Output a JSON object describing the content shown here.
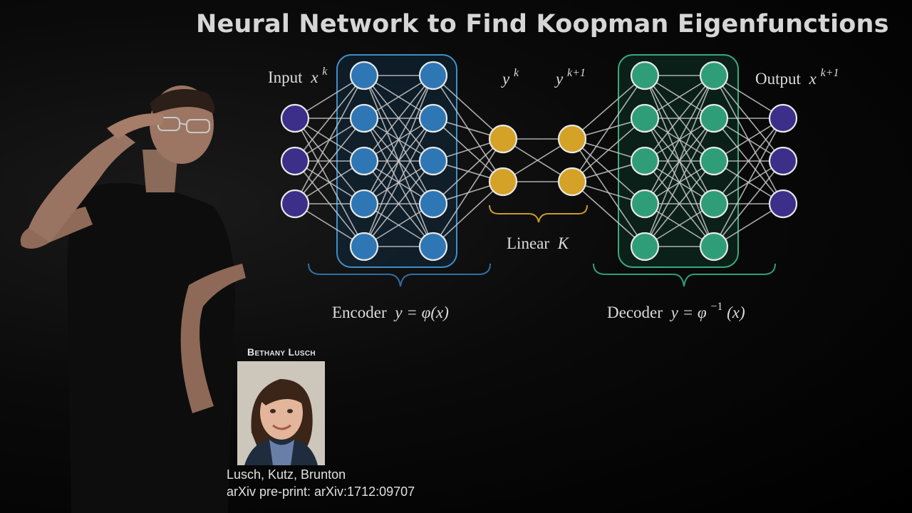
{
  "slide": {
    "title": "Neural Network to Find Koopman Eigenfunctions"
  },
  "diagram": {
    "input_label": "Input",
    "input_symbol": "x",
    "input_superscript": "k",
    "output_label": "Output",
    "output_symbol": "x",
    "output_superscript": "k+1",
    "latent_left_symbol": "y",
    "latent_left_superscript": "k",
    "latent_right_symbol": "y",
    "latent_right_superscript": "k+1",
    "linear_label": "Linear",
    "linear_symbol": "K",
    "encoder_label": "Encoder",
    "encoder_formula": "y = φ(x)",
    "decoder_label": "Decoder",
    "decoder_formula_lhs": "y = φ",
    "decoder_formula_sup": "−1",
    "decoder_formula_rhs": "(x)",
    "colors": {
      "io_node": "#3b2f8a",
      "encoder_node": "#2f76b5",
      "latent_node": "#d4a227",
      "decoder_node": "#2f9e78",
      "encoder_box": "#3e8fc7",
      "decoder_box": "#3aa97f",
      "edge": "#c9c9c9",
      "brace": "#c99a2e"
    },
    "layers": [
      {
        "role": "input",
        "nodes": 3
      },
      {
        "role": "encoder",
        "nodes": 5
      },
      {
        "role": "encoder",
        "nodes": 5
      },
      {
        "role": "latent",
        "nodes": 2
      },
      {
        "role": "latent",
        "nodes": 2
      },
      {
        "role": "decoder",
        "nodes": 5
      },
      {
        "role": "decoder",
        "nodes": 5
      },
      {
        "role": "output",
        "nodes": 3
      }
    ]
  },
  "credit": {
    "name": "Bethany Lusch",
    "authors": "Lusch, Kutz, Brunton",
    "reference": "arXiv pre-print: arXiv:1712:09707"
  },
  "icons": {
    "presenter": "presenter-figure",
    "headshot": "person-portrait"
  }
}
